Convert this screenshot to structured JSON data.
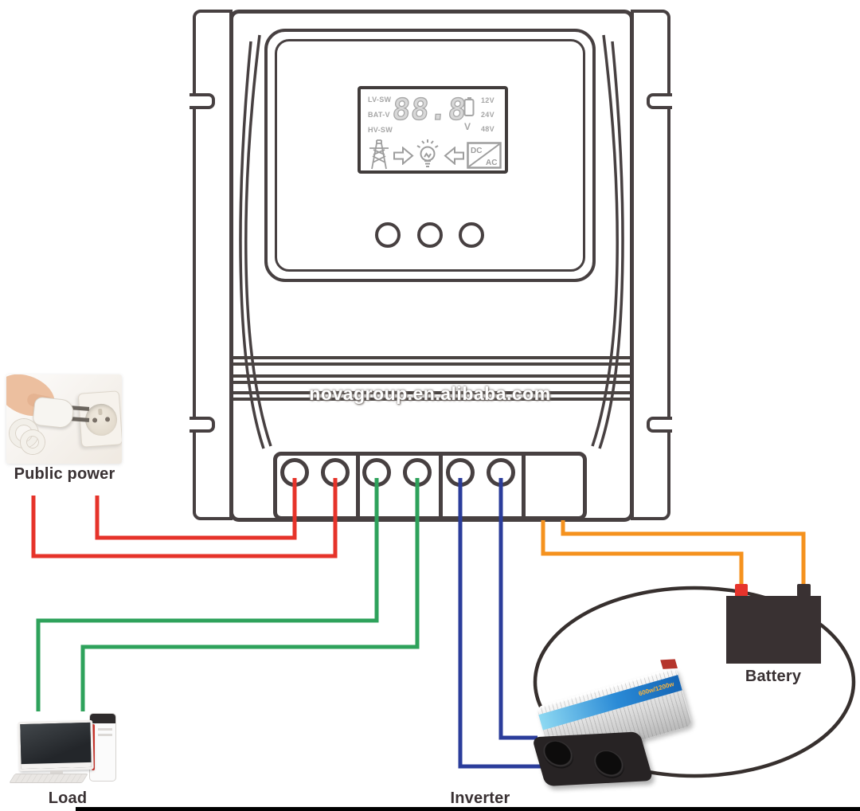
{
  "watermark": {
    "text": "novagroup.en.alibaba.com"
  },
  "controller": {
    "lcd": {
      "mode_labels": [
        "LV-SW",
        "BAT-V",
        "HV-SW"
      ],
      "value": "88.8",
      "unit": "V",
      "battery_voltages": [
        "12V",
        "24V",
        "48V"
      ],
      "dc": "DC",
      "ac": "AC"
    }
  },
  "devices": {
    "public_power": {
      "label": "Public power",
      "wire_color": "#e6332a"
    },
    "load": {
      "label": "Load",
      "wire_color": "#2ea25b"
    },
    "inverter": {
      "label": "Inverter",
      "wire_color": "#2b3d9b",
      "panel_text": "600w/1200w"
    },
    "battery": {
      "label": "Battery",
      "wire_color": "#f5921e"
    }
  },
  "connections": [
    {
      "from": "Public power",
      "to": "Controller AC-input terminals",
      "color": "red"
    },
    {
      "from": "Load",
      "to": "Controller load terminals",
      "color": "green"
    },
    {
      "from": "Inverter",
      "to": "Controller inverter terminals",
      "color": "blue"
    },
    {
      "from": "Battery",
      "to": "Controller battery terminals",
      "color": "orange"
    },
    {
      "from": "Battery",
      "to": "Inverter",
      "color": "black"
    }
  ]
}
